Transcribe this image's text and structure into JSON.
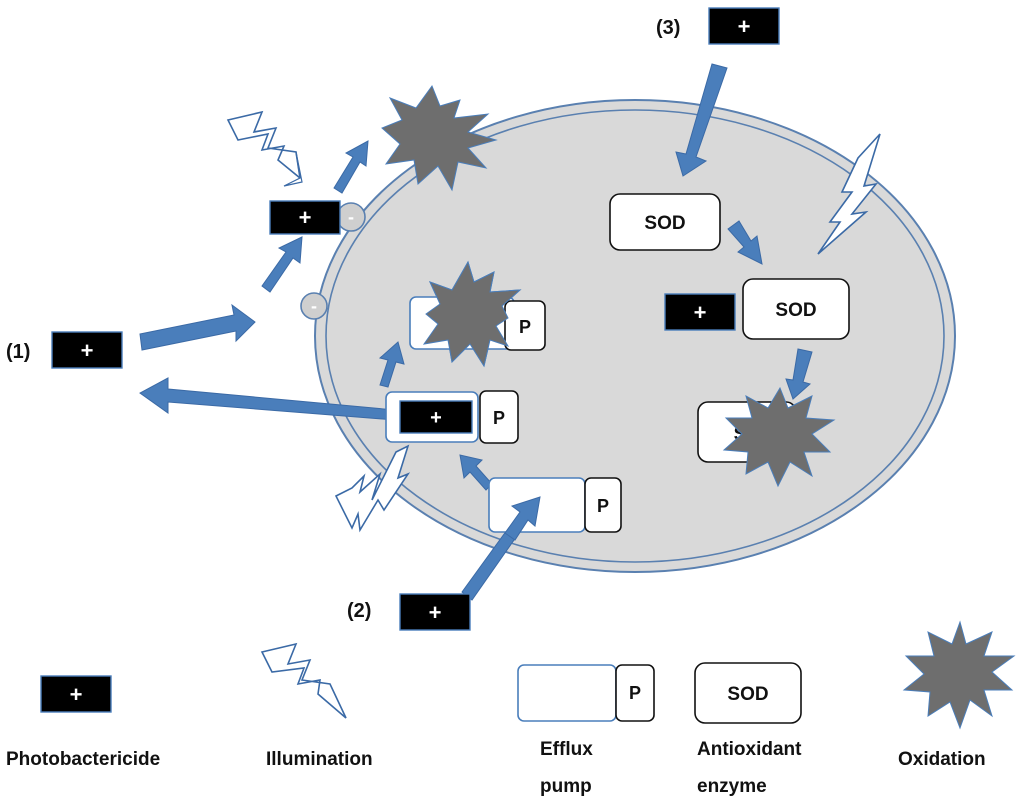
{
  "diagram": {
    "markers": {
      "one": "(1)",
      "two": "(2)",
      "three": "(3)"
    },
    "symbols": {
      "plus": "+",
      "minus": "-",
      "pump_letter": "P",
      "enzyme_label": "SOD",
      "enzyme_partial": "S"
    },
    "legend": {
      "photobactericide": "Photobactericide",
      "illumination": "Illumination",
      "efflux_line1": "Efflux",
      "efflux_line2": "pump",
      "antioxidant_line1": "Antioxidant",
      "antioxidant_line2": "enzyme",
      "oxidation": "Oxidation"
    },
    "colors": {
      "arrow": "#4a7ebb",
      "arrow_stroke": "#3b6aa6",
      "cell_fill": "#d9d9d9",
      "cell_stroke": "#5a80b0",
      "star_fill": "#6e6e6e",
      "drug_fill": "#000000",
      "drug_stroke": "#4a7ebb"
    }
  }
}
